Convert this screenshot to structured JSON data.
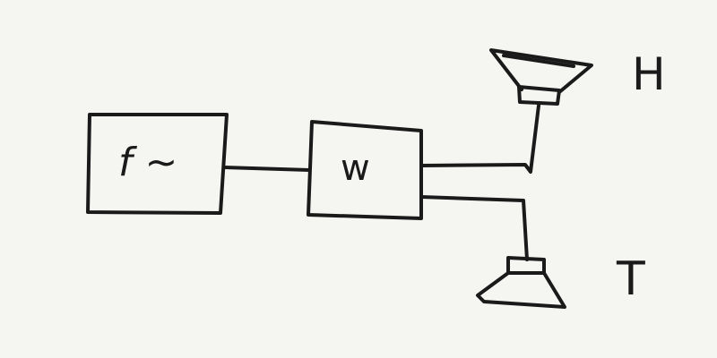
{
  "blocks": {
    "generator": "f ~",
    "filter": "w"
  },
  "speakers": {
    "high": "H",
    "low": "T"
  },
  "colors": {
    "background": "#f5f5f2",
    "ink": "#1a1a1a"
  },
  "icons": {
    "high": "loudspeaker-icon",
    "low": "loudspeaker-icon"
  }
}
